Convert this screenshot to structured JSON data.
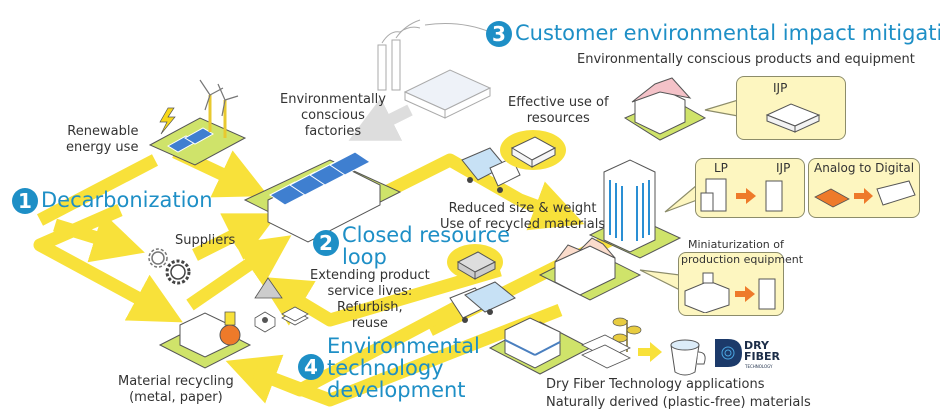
{
  "sections": {
    "decarbonization": {
      "number": "1",
      "title": "Decarbonization"
    },
    "closed_loop": {
      "number": "2",
      "title_line1": "Closed resource",
      "title_line2": "loop"
    },
    "customer": {
      "number": "3",
      "title": "Customer environmental impact mitigation",
      "subtitle": "Environmentally conscious products and equipment"
    },
    "env_tech": {
      "number": "4",
      "title_line1": "Environmental",
      "title_line2": "technology",
      "title_line3": "development"
    }
  },
  "labels": {
    "renewable": [
      "Renewable",
      "energy use"
    ],
    "factories": [
      "Environmentally",
      "conscious",
      "factories"
    ],
    "suppliers": "Suppliers",
    "material_recycling": [
      "Material recycling",
      "(metal, paper)"
    ],
    "effective_use": [
      "Effective use of",
      "resources"
    ],
    "reduced_size": [
      "Reduced size & weight",
      "Use of recycled materials"
    ],
    "extending": [
      "Extending product",
      "service lives:",
      "Refurbish,",
      "reuse"
    ],
    "dry_fiber": [
      "Dry Fiber Technology applications",
      "Naturally derived (plastic-free) materials"
    ]
  },
  "bubbles": {
    "ijp": {
      "label": "IJP"
    },
    "lp_ijp": {
      "from": "LP",
      "to": "IJP"
    },
    "analog": {
      "label": "Analog to Digital"
    },
    "miniaturization": {
      "line1": "Miniaturization of",
      "line2": "production equipment"
    }
  },
  "logo": {
    "line1": "DRY",
    "line2": "FIBER",
    "line3": "TECHNOLOGY"
  },
  "colors": {
    "accent_blue": "#1e8fc6",
    "arrow_yellow": "#f8e13a",
    "ground_green": "#cfe36a",
    "bubble_fill": "#fdf6c0",
    "orange": "#ee7a2a",
    "panel_blue": "#3f7fd0"
  }
}
